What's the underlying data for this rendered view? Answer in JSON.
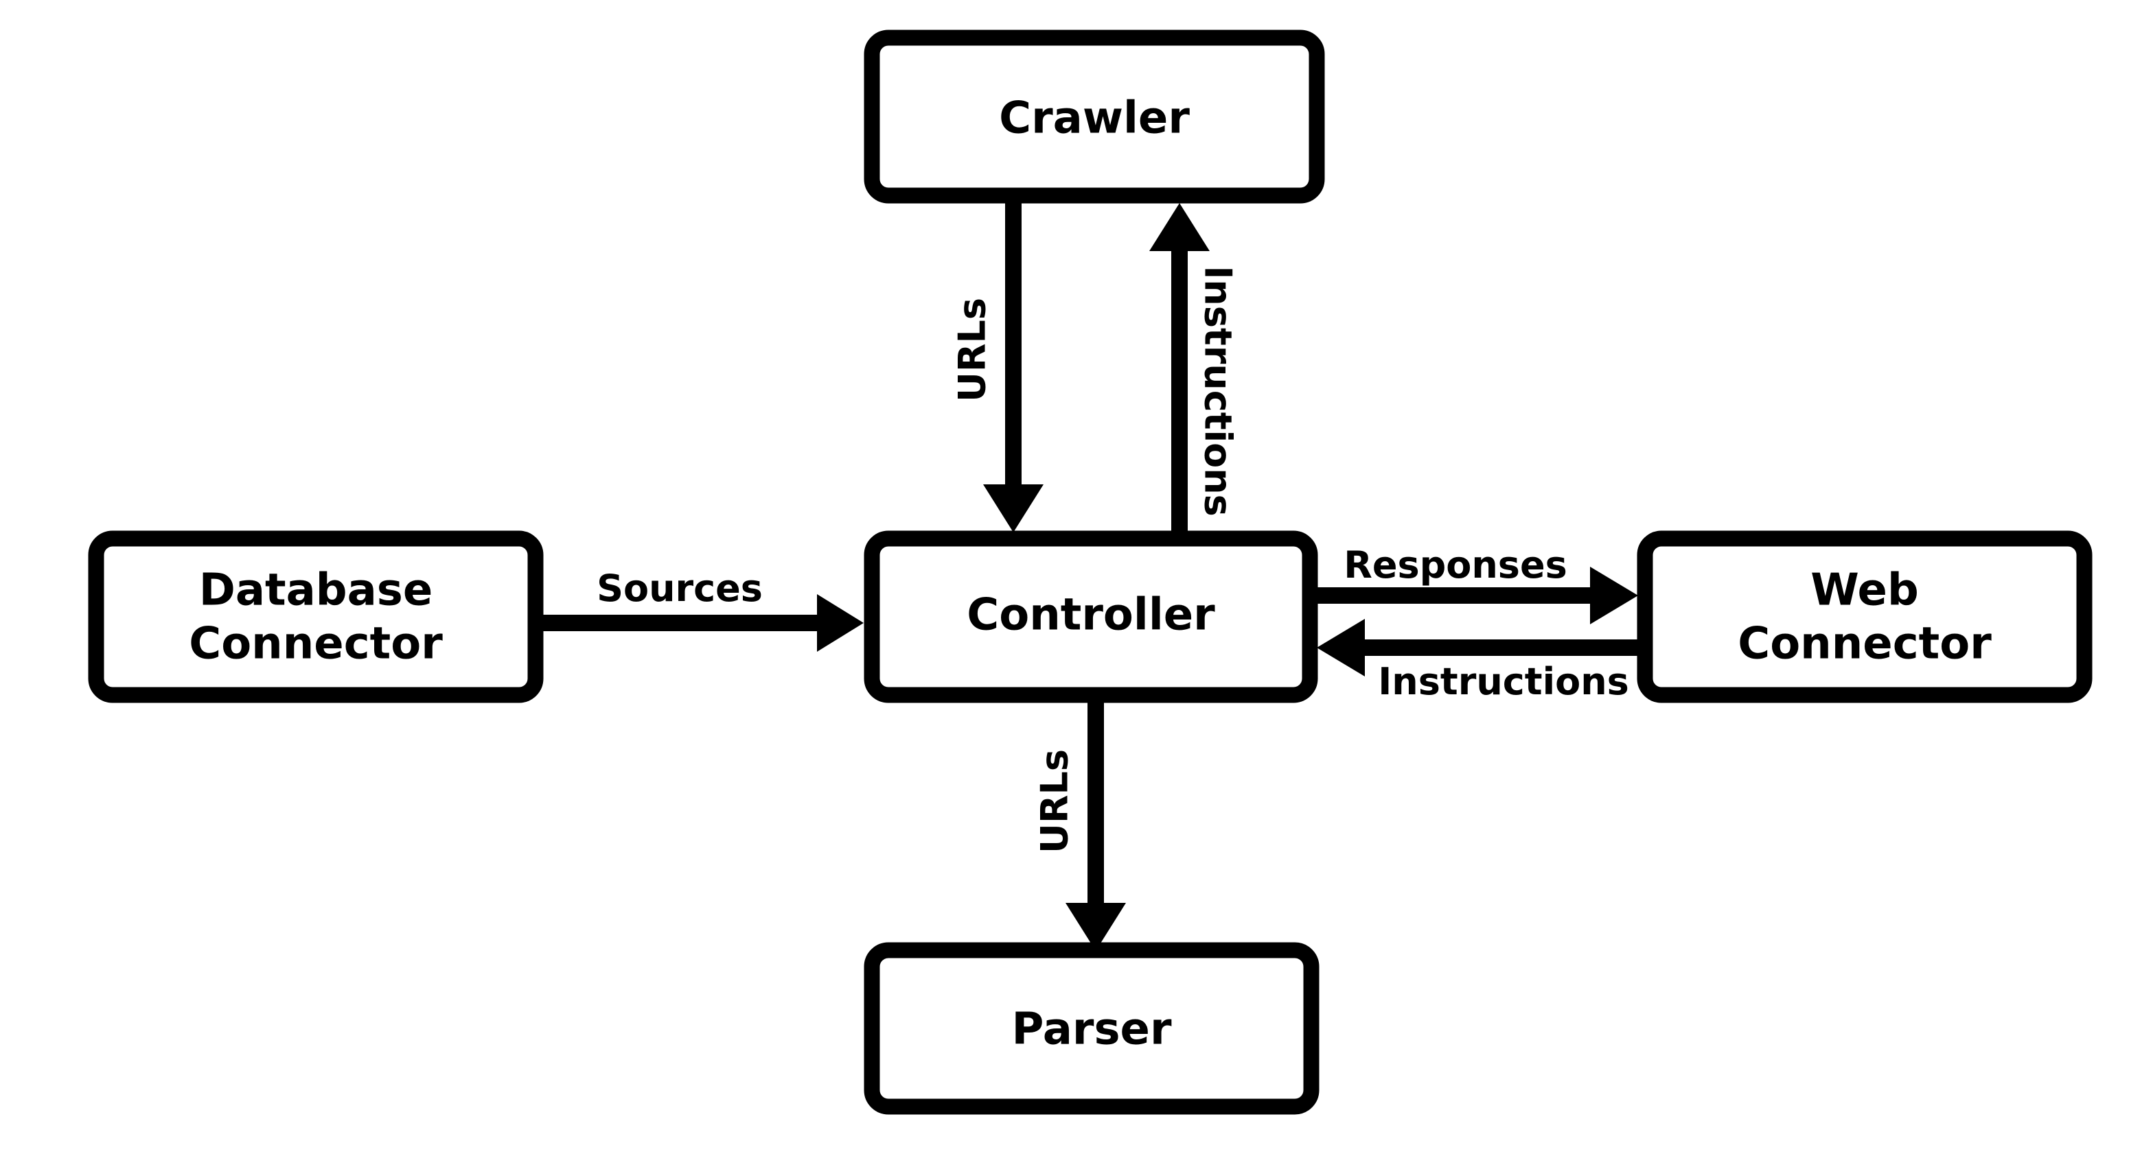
{
  "nodes": {
    "crawler": {
      "label": "Crawler"
    },
    "controller": {
      "label": "Controller"
    },
    "database_connector": {
      "label_line1": "Database",
      "label_line2": "Connector"
    },
    "web_connector": {
      "label_line1": "Web",
      "label_line2": "Connector"
    },
    "parser": {
      "label": "Parser"
    }
  },
  "edges": {
    "crawler_to_controller": {
      "label": "URLs"
    },
    "controller_to_crawler": {
      "label": "Instructions"
    },
    "database_to_controller": {
      "label": "Sources"
    },
    "controller_to_web": {
      "label": "Responses"
    },
    "web_to_controller": {
      "label": "Instructions"
    },
    "controller_to_parser": {
      "label": "URLs"
    }
  },
  "colors": {
    "stroke": "#000000",
    "background": "#ffffff"
  }
}
